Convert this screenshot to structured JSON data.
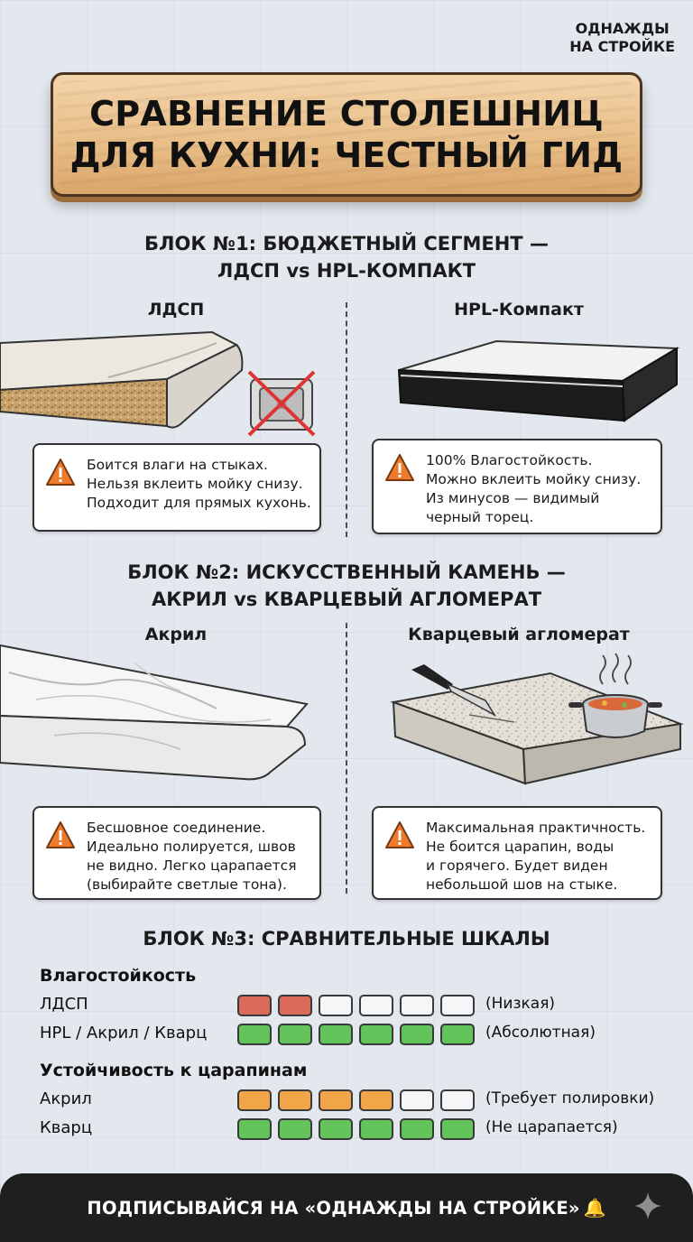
{
  "brand": {
    "line1": "ОДНАЖДЫ",
    "line2": "НА СТРОЙКЕ"
  },
  "title": {
    "line1": "СРАВНЕНИЕ СТОЛЕШНИЦ",
    "line2": "ДЛЯ КУХНИ: ЧЕСТНЫЙ ГИД"
  },
  "block1": {
    "title1": "БЛОК №1: БЮДЖЕТНЫЙ СЕГМЕНТ —",
    "title2": "ЛДСП vs HPL-КОМПАКТ",
    "left": {
      "label": "ЛДСП",
      "note": [
        "Боится влаги на стыках.",
        "Нельзя вклеить мойку снизу.",
        "Подходит для прямых кухонь."
      ]
    },
    "right": {
      "label": "HPL-Компакт",
      "note": [
        "100% Влагостойкость.",
        "Можно вклеить мойку снизу.",
        "Из минусов — видимый",
        "черный торец."
      ]
    }
  },
  "block2": {
    "title1": "БЛОК №2: ИСКУССТВЕННЫЙ КАМЕНЬ —",
    "title2": "АКРИЛ vs КВАРЦЕВЫЙ АГЛОМЕРАТ",
    "left": {
      "label": "Акрил",
      "note": [
        "Бесшовное соединение.",
        "Идеально полируется, швов",
        "не видно. Легко царапается",
        "(выбирайте светлые тона)."
      ]
    },
    "right": {
      "label": "Кварцевый агломерат",
      "note": [
        "Максимальная практичность.",
        "Не боится царапин, воды",
        "и горячего. Будет виден",
        "небольшой шов на стыке."
      ]
    }
  },
  "block3": {
    "title": "БЛОК №3: СРАВНИТЕЛЬНЫЕ ШКАЛЫ",
    "groups": [
      {
        "heading": "Влагостойкость",
        "rows": [
          {
            "label": "ЛДСП",
            "filled": 2,
            "total": 6,
            "color": "#dc6a5a",
            "note": "(Низкая)"
          },
          {
            "label": "HPL / Акрил / Кварц",
            "filled": 6,
            "total": 6,
            "color": "#63c45c",
            "note": "(Абсолютная)"
          }
        ]
      },
      {
        "heading": "Устойчивость к царапинам",
        "rows": [
          {
            "label": "Акрил",
            "filled": 4,
            "total": 6,
            "color": "#f2a448",
            "note": "(Требует полировки)"
          },
          {
            "label": "Кварц",
            "filled": 6,
            "total": 6,
            "color": "#63c45c",
            "note": "(Не царапается)"
          }
        ]
      }
    ]
  },
  "footer": {
    "text": "ПОДПИСЫВАЙСЯ НА «ОДНАЖДЫ НА СТРОЙКЕ»",
    "icon": "bell-icon"
  }
}
